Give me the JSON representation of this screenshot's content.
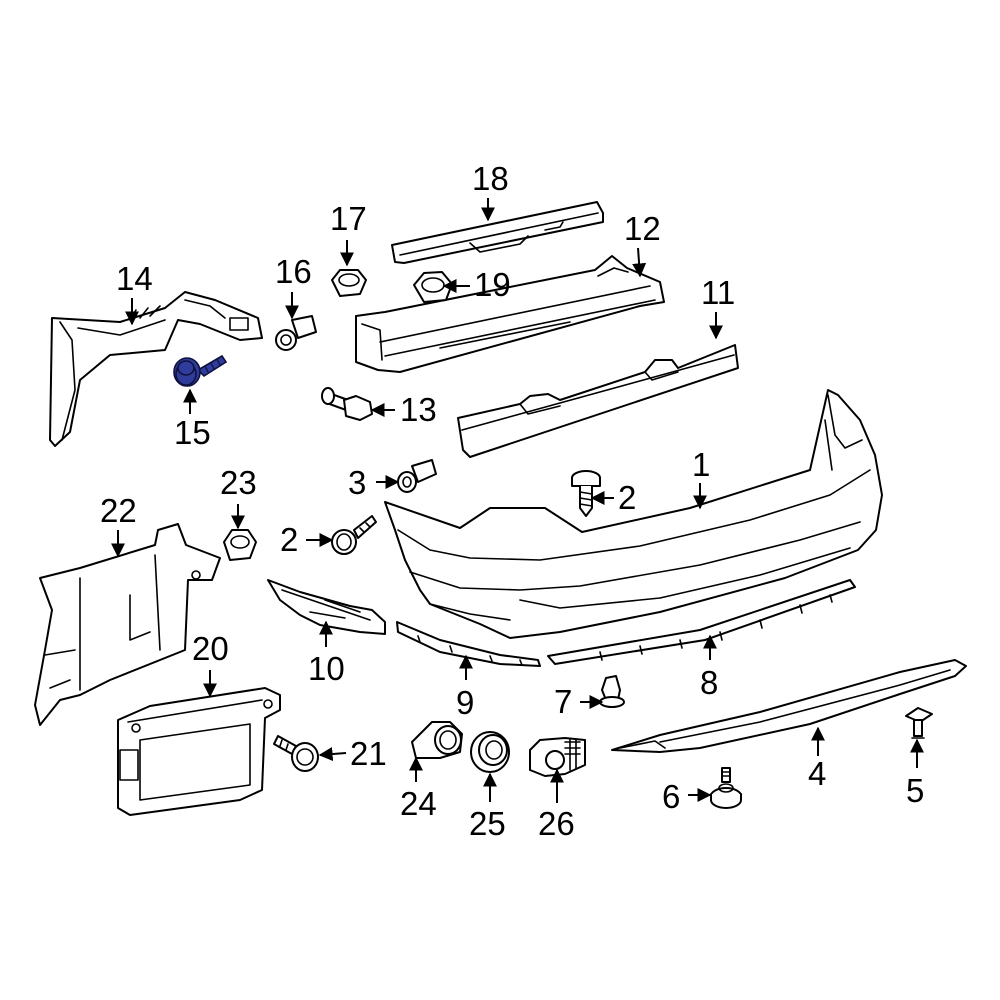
{
  "diagram": {
    "labels": {
      "p1": "1",
      "p2a": "2",
      "p2b": "2",
      "p3": "3",
      "p4": "4",
      "p5": "5",
      "p6": "6",
      "p7": "7",
      "p8": "8",
      "p9": "9",
      "p10": "10",
      "p11": "11",
      "p12": "12",
      "p13": "13",
      "p14": "14",
      "p15": "15",
      "p16": "16",
      "p17": "17",
      "p18": "18",
      "p19": "19",
      "p20": "20",
      "p21": "21",
      "p22": "22",
      "p23": "23",
      "p24": "24",
      "p25": "25",
      "p26": "26"
    },
    "highlight_part": "15",
    "highlight_color": "#2f3c9b",
    "line_color": "#000000"
  }
}
